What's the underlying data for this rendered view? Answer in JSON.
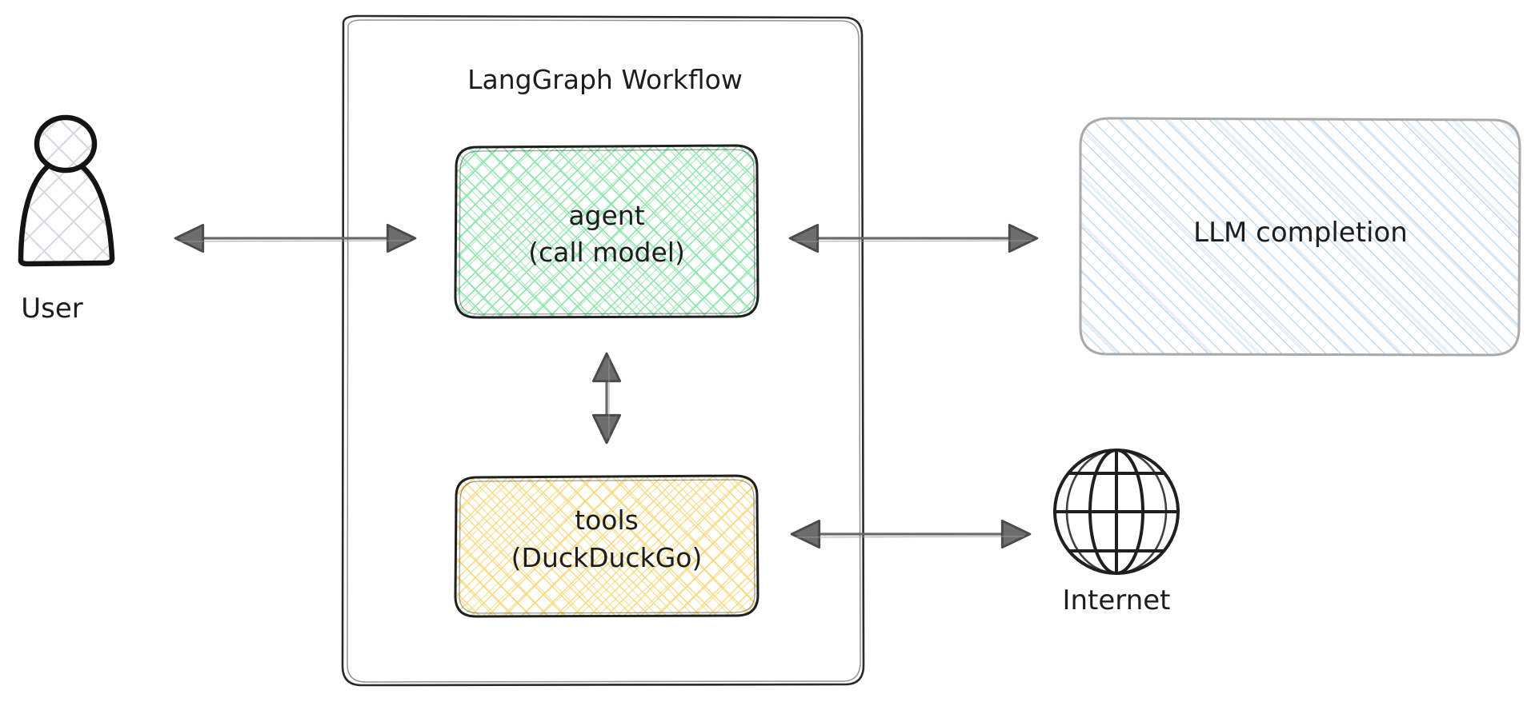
{
  "diagram": {
    "type": "flow-diagram",
    "title": "LangGraph Workflow",
    "background": "#ffffff"
  },
  "container": {
    "name": "LangGraph Workflow",
    "title": "LangGraph Workflow",
    "stroke": "#1d1d1d",
    "fill": "#ffffff"
  },
  "actors": {
    "user": {
      "label": "User",
      "icon": "user-icon",
      "fill_pattern": "gray-crosshatch",
      "stroke": "#1d1d1d"
    },
    "internet": {
      "label": "Internet",
      "icon": "globe-icon",
      "stroke": "#1d1d1d"
    }
  },
  "nodes": [
    {
      "id": "agent",
      "line1": "agent",
      "line2": "(call model)",
      "fill_pattern": "green-crosshatch",
      "accent": "#7fe0a0",
      "stroke": "#1d1d1d"
    },
    {
      "id": "tools",
      "line1": "tools",
      "line2": "(DuckDuckGo)",
      "fill_pattern": "yellow-crosshatch",
      "accent": "#f2d56b",
      "stroke": "#1d1d1d"
    },
    {
      "id": "llm",
      "line1": "LLM completion",
      "line2": "",
      "fill_pattern": "blue-diagonal-stripes",
      "accent": "#c3d9ef",
      "stroke": "#9b9b9b"
    }
  ],
  "edges": [
    {
      "id": "user-agent",
      "from": "User",
      "to": "agent",
      "direction": "bidirectional",
      "stroke": "#5a5a5a"
    },
    {
      "id": "agent-llm",
      "from": "agent",
      "to": "LLM completion",
      "direction": "bidirectional",
      "stroke": "#5a5a5a"
    },
    {
      "id": "agent-tools",
      "from": "agent",
      "to": "tools",
      "direction": "bidirectional",
      "stroke": "#5a5a5a"
    },
    {
      "id": "tools-internet",
      "from": "tools",
      "to": "Internet",
      "direction": "bidirectional",
      "stroke": "#5a5a5a"
    }
  ]
}
